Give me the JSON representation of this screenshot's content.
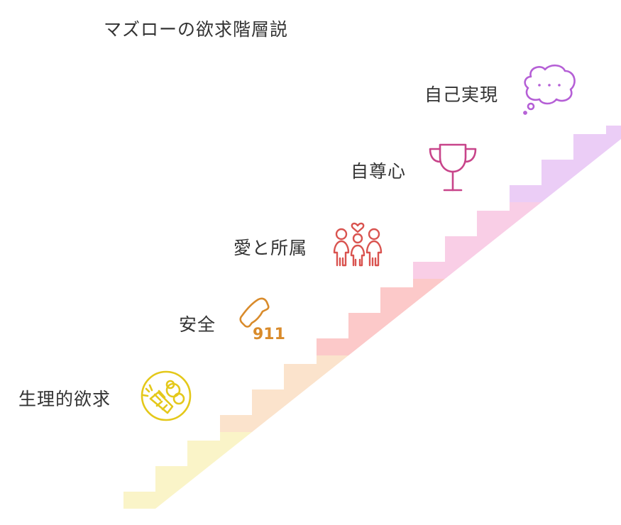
{
  "title": "マズローの欲求階層説",
  "levels": [
    {
      "label": "生理的欲求",
      "icon": "carrot-vegetables-icon",
      "color": "#FAF4C8",
      "icon_color": "#E4C81A"
    },
    {
      "label": "安全",
      "icon": "phone-911-icon",
      "icon_text": "911",
      "color": "#FBE3CC",
      "icon_color": "#D98B2B"
    },
    {
      "label": "愛と所属",
      "icon": "family-heart-icon",
      "color": "#FCC9C9",
      "icon_color": "#D9534F"
    },
    {
      "label": "自尊心",
      "icon": "trophy-icon",
      "color": "#F9CEE6",
      "icon_color": "#C8448A"
    },
    {
      "label": "自己実現",
      "icon": "thought-bubble-icon",
      "color": "#EBCDF6",
      "icon_color": "#B55FD6"
    }
  ]
}
